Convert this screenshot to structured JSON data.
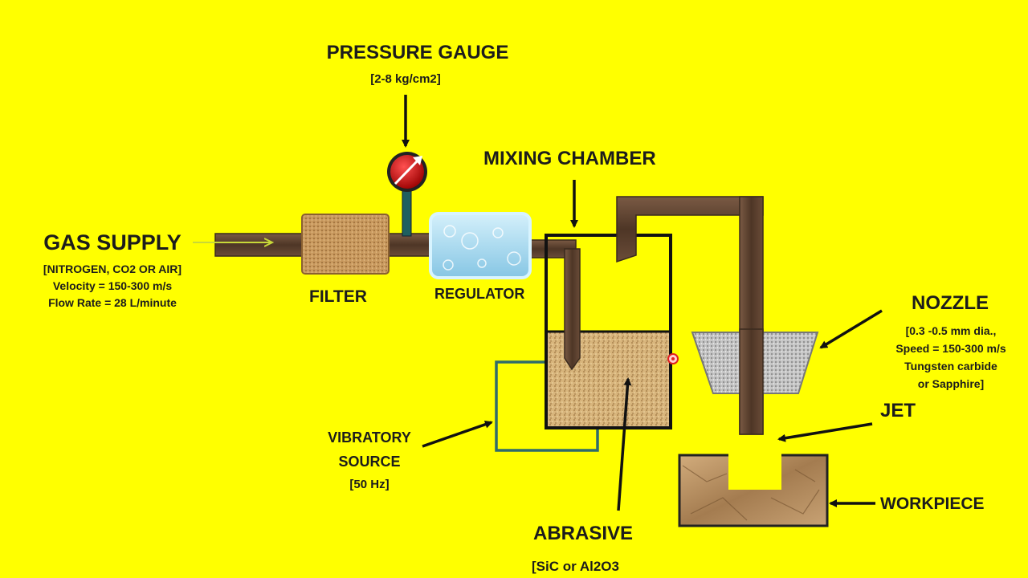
{
  "colors": {
    "background": "#ffff00",
    "pipe": "#5a4030",
    "gauge": "#cc1010",
    "regulator": "#9ed8f0",
    "filter": "#c99a5f",
    "abrasive": "#d2b07a",
    "vibratory_frame": "#2f6b6b",
    "nozzle": "#bdbdbd",
    "workpiece": "#b08858",
    "arrow": "#111111",
    "input_arrow": "#c8d838"
  },
  "labels": {
    "gas_supply": {
      "title": "GAS SUPPLY",
      "line1": "[NITROGEN,  CO2 OR AIR]",
      "line2": "Velocity = 150-300 m/s",
      "line3": "Flow Rate = 28 L/minute"
    },
    "filter": "FILTER",
    "pressure_gauge": {
      "title": "PRESSURE  GAUGE",
      "range": "[2-8 kg/cm2]"
    },
    "regulator": "REGULATOR",
    "mixing_chamber": "MIXING CHAMBER",
    "vibratory_source": {
      "line1": "VIBRATORY",
      "line2": "SOURCE",
      "line3": "[50 Hz]"
    },
    "abrasive": {
      "title": "ABRASIVE",
      "material": "[SiC  or Al2O3"
    },
    "nozzle": {
      "title": "NOZZLE",
      "line1": "[0.3 -0.5 mm dia.,",
      "line2": "Speed = 150-300  m/s",
      "line3": "Tungsten carbide",
      "line4": "or Sapphire]"
    },
    "jet": "JET",
    "workpiece": "WORKPIECE"
  }
}
